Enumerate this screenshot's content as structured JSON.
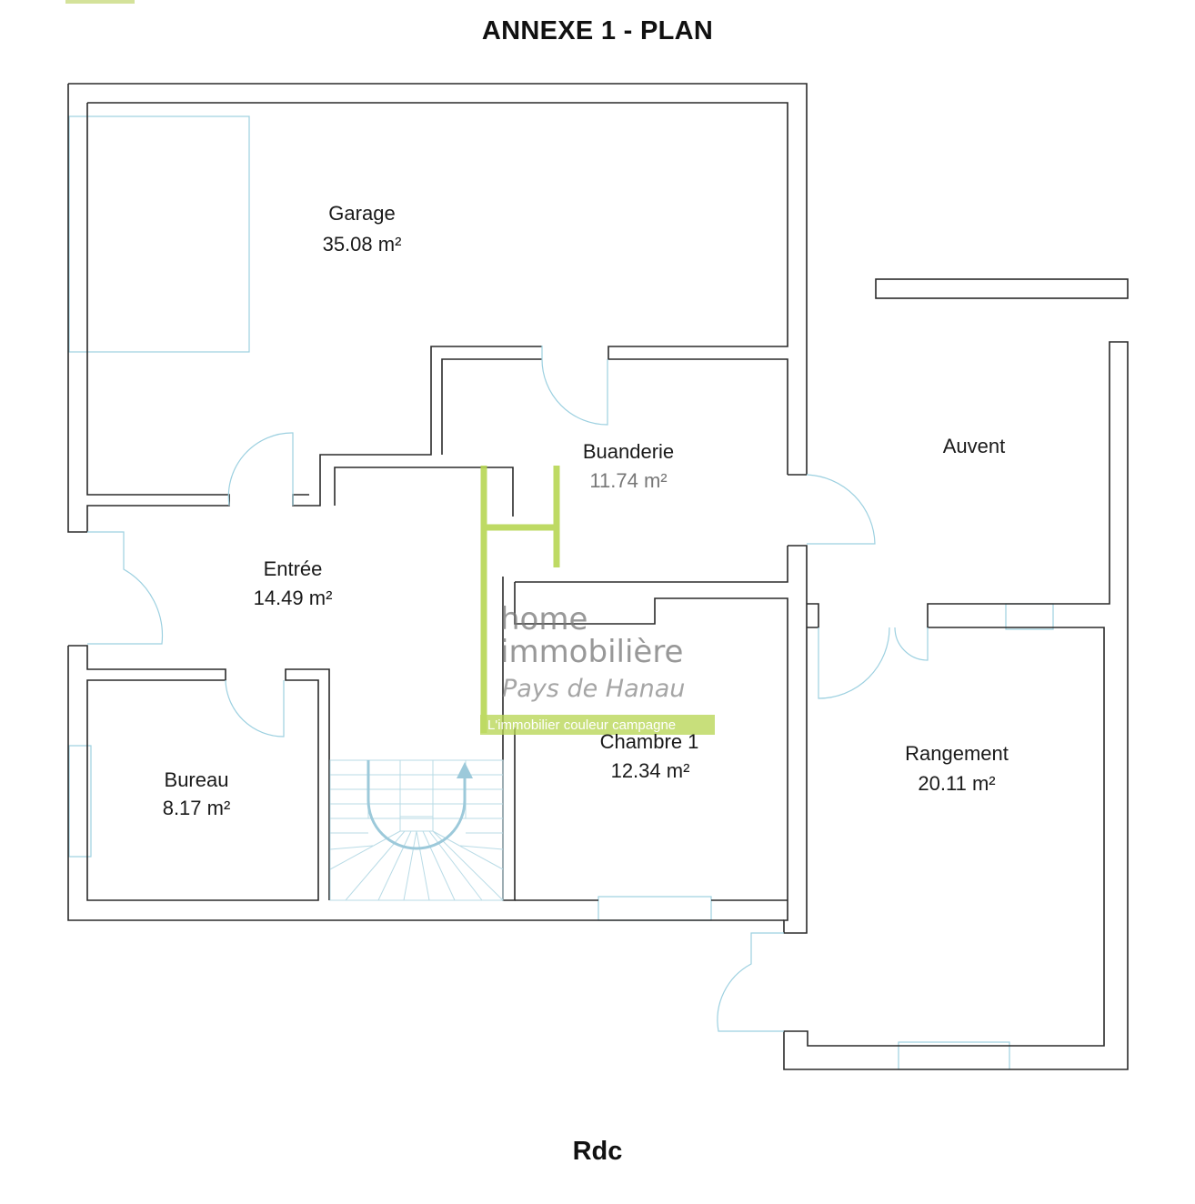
{
  "title": "ANNEXE 1 - PLAN",
  "level": "Rdc",
  "rooms": {
    "garage": {
      "name": "Garage",
      "area": "35.08 m²"
    },
    "buanderie": {
      "name": "Buanderie",
      "area": "11.74 m²"
    },
    "auvent": {
      "name": "Auvent"
    },
    "entree": {
      "name": "Entrée",
      "area": "14.49 m²"
    },
    "chambre1": {
      "name": "Chambre 1",
      "area": "12.34 m²"
    },
    "rangement": {
      "name": "Rangement",
      "area": "20.11 m²"
    },
    "bureau": {
      "name": "Bureau",
      "area": "8.17 m²"
    }
  },
  "watermark": {
    "line1": "home",
    "line2": "immobilière",
    "line3": "Pays de Hanau",
    "tagline": "L'immobilier couleur campagne",
    "color": "#b7d654"
  },
  "colors": {
    "wall": "#2a2a2a",
    "window_door": "#9cd0e0"
  }
}
